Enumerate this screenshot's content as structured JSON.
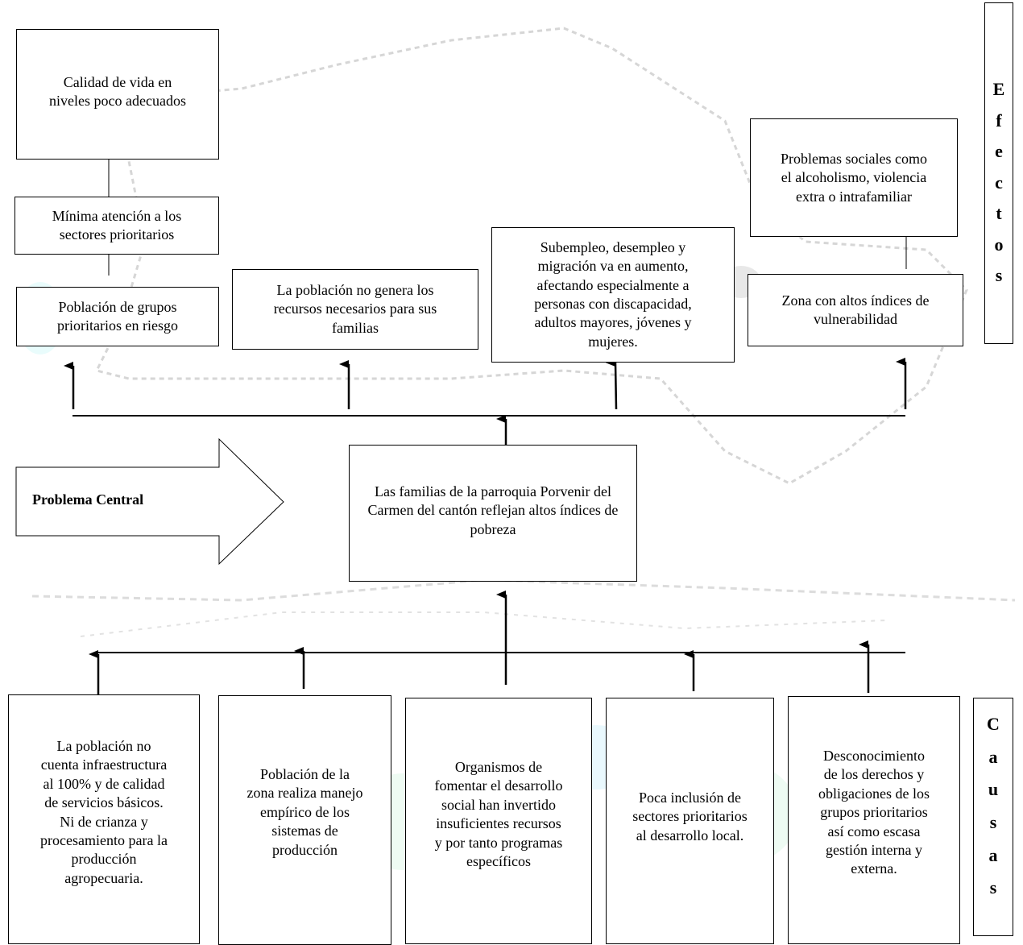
{
  "effects_label": [
    "E",
    "f",
    "e",
    "c",
    "t",
    "o",
    "s"
  ],
  "causes_label": [
    "C",
    "a",
    "u",
    "s",
    "a",
    "s"
  ],
  "central_label": "Problema Central",
  "central_problem": "Las familias de la parroquia Porvenir del Carmen del cantón reflejan altos índices de pobreza",
  "effects": {
    "top_left": "Calidad de vida en\nniveles poco adecuados",
    "mid_left": "Mínima atención a los\nsectores prioritarios",
    "low_left": "Población de grupos\nprioritarios en riesgo",
    "population": "La población no genera los\nrecursos necesarios para sus\nfamilias",
    "unemployment": "Subempleo, desempleo y\nmigración va en aumento,\nafectando especialmente a\npersonas con discapacidad,\nadultos mayores, jóvenes y\nmujeres.",
    "social": "Problemas sociales como\nel alcoholismo, violencia\nextra o intrafamiliar",
    "vulnerability": "Zona con altos índices de\nvulnerabilidad"
  },
  "causes": [
    "La población no\ncuenta infraestructura\nal 100% y de calidad\nde servicios básicos.\nNi de crianza y\nprocesamiento para la\nproducción\nagropecuaria.",
    "Población de la\nzona realiza manejo\nempírico de los\nsistemas de\nproducción",
    "Organismos de\nfomentar el desarrollo\nsocial han invertido\ninsuficientes recursos\ny por tanto programas\nespecíficos",
    "Poca inclusión de\nsectores prioritarios\nal desarrollo local.",
    "Desconocimiento\nde los derechos y\nobligaciones de los\ngrupos prioritarios\nasí como escasa\ngestión interna y\nexterna."
  ]
}
